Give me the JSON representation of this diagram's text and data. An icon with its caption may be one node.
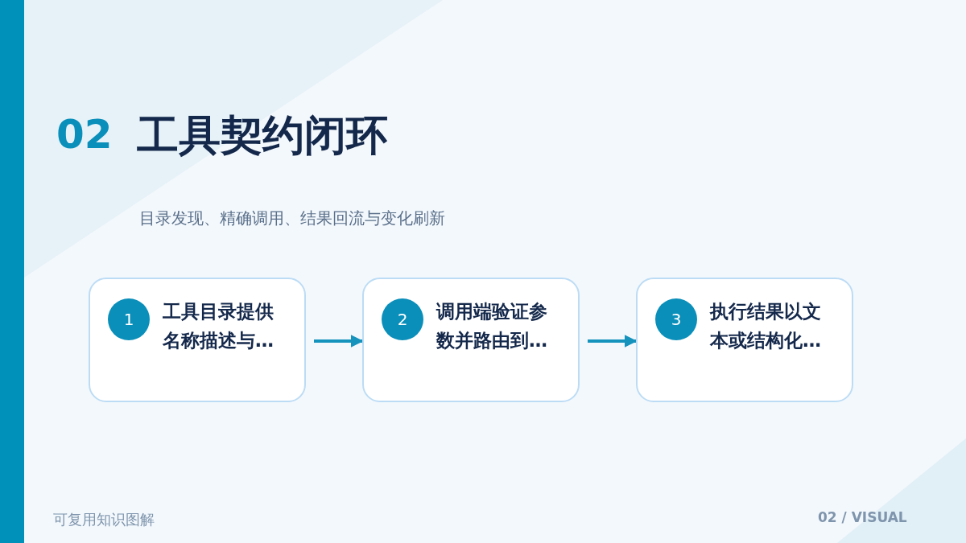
{
  "diagram": {
    "title": "工具契约闭环",
    "nodes": [
      {
        "text": [
          "1",
          "工具目录提供名称描述与…"
        ]
      },
      {
        "text": [
          "2",
          "调用端验证参数并路由到…"
        ]
      },
      {
        "text": [
          "3",
          "执行结果以文本或结构化…"
        ]
      }
    ],
    "edges": [
      {
        "from": 0,
        "to": 1,
        "arrow": "to"
      },
      {
        "from": 1,
        "to": 2,
        "arrow": "to"
      }
    ],
    "labels": [
      "02",
      "目录发现、精确调用、结果回流与变化刷新",
      "可复用知识图解",
      "02 / VISUAL"
    ]
  }
}
